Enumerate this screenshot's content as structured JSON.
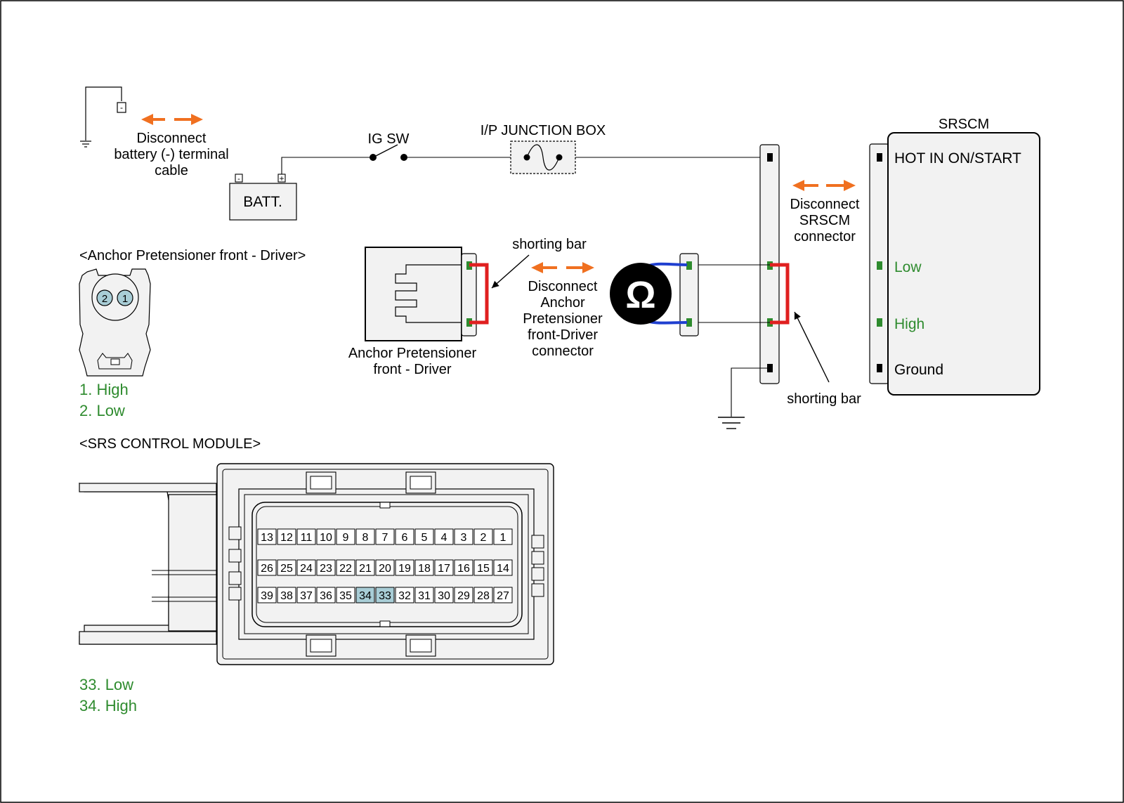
{
  "battery_disconnect": {
    "lines": [
      "Disconnect",
      "battery (-) terminal",
      "cable"
    ],
    "neg_symbol": "-"
  },
  "battery": {
    "label": "BATT.",
    "neg": "-",
    "pos": "+"
  },
  "ignition_switch": {
    "label": "IG SW"
  },
  "junction_box": {
    "label": "I/P JUNCTION BOX"
  },
  "srscm": {
    "title": "SRSCM",
    "pins": [
      "HOT IN ON/START",
      "Low",
      "High",
      "Ground"
    ],
    "disconnect_lines": [
      "Disconnect",
      "SRSCM",
      "connector"
    ]
  },
  "pretensioner": {
    "section_title": "<Anchor Pretensioner front - Driver>",
    "pin_numbers": [
      "2",
      "1"
    ],
    "pin_list": [
      "1. High",
      "2. Low"
    ],
    "device_label": [
      "Anchor Pretensioner",
      "front - Driver"
    ],
    "disconnect_lines": [
      "Disconnect",
      "Anchor",
      "Pretensioner",
      "front-Driver",
      "connector"
    ]
  },
  "shorting_bar_label": "shorting bar",
  "ohmmeter_symbol": "Ω",
  "srs_module": {
    "section_title": "<SRS CONTROL MODULE>",
    "rows": [
      [
        "13",
        "12",
        "11",
        "10",
        "9",
        "8",
        "7",
        "6",
        "5",
        "4",
        "3",
        "2",
        "1"
      ],
      [
        "26",
        "25",
        "24",
        "23",
        "22",
        "21",
        "20",
        "19",
        "18",
        "17",
        "16",
        "15",
        "14"
      ],
      [
        "39",
        "38",
        "37",
        "36",
        "35",
        "34",
        "33",
        "32",
        "31",
        "30",
        "29",
        "28",
        "27"
      ]
    ],
    "highlighted_pins": [
      "33",
      "34"
    ],
    "pin_list": [
      "33. Low",
      "34. High"
    ]
  },
  "colors": {
    "arrow": "#f07020",
    "shorting_bar": "#e02020",
    "meter_lead": "#1f3fd0",
    "pin_green": "#2e8b2e",
    "label_green": "#2e8b2e",
    "connector_fill": "#f2f2f2",
    "highlight_pin": "#a8cdd6"
  }
}
